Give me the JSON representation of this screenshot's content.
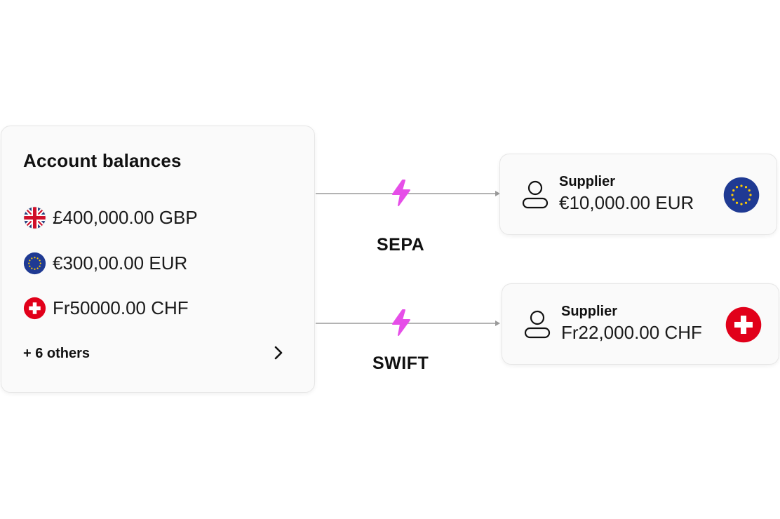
{
  "balances": {
    "title": "Account balances",
    "items": [
      {
        "currency": "GBP",
        "flag": "uk-flag-icon",
        "amount": "£400,000.00 GBP"
      },
      {
        "currency": "EUR",
        "flag": "eu-flag-icon",
        "amount": "€300,00.00 EUR"
      },
      {
        "currency": "CHF",
        "flag": "swiss-flag-icon",
        "amount": "Fr50000.00 CHF"
      }
    ],
    "others_label": "+ 6 others"
  },
  "transfers": [
    {
      "rail": "SEPA"
    },
    {
      "rail": "SWIFT"
    }
  ],
  "suppliers": [
    {
      "label": "Supplier",
      "amount": "€10,000.00 EUR",
      "flag": "eu-flag-icon"
    },
    {
      "label": "Supplier",
      "amount": "Fr22,000.00 CHF",
      "flag": "swiss-flag-icon"
    }
  ],
  "colors": {
    "bolt": "#e64ee8",
    "eu_blue": "#1f3a93",
    "eu_star": "#ffcc00",
    "swiss_red": "#e1001a",
    "uk_blue": "#1f3a7a",
    "uk_red": "#d0102a",
    "connector": "#9a9a9a"
  }
}
